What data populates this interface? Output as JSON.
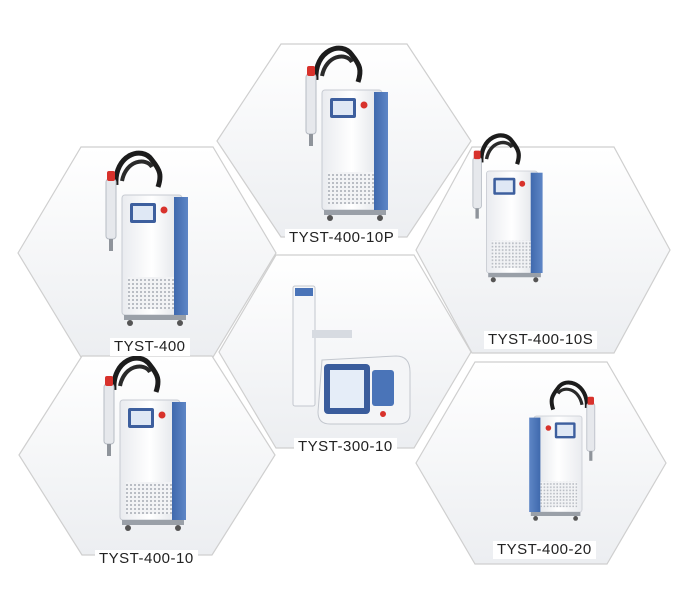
{
  "products": [
    {
      "id": "p1",
      "label": "TYST-400-10P"
    },
    {
      "id": "p2",
      "label": "TYST-400"
    },
    {
      "id": "p3",
      "label": "TYST-400-10S"
    },
    {
      "id": "p4",
      "label": "TYST-300-10"
    },
    {
      "id": "p5",
      "label": "TYST-400-10"
    },
    {
      "id": "p6",
      "label": "TYST-400-20"
    }
  ],
  "colors": {
    "hex_stroke": "#cfcfcf",
    "cabinet_white": "#f4f5f7",
    "panel_blue": "#4a74b8",
    "cable_black": "#1c1c1c",
    "accent_red": "#d8322c"
  }
}
